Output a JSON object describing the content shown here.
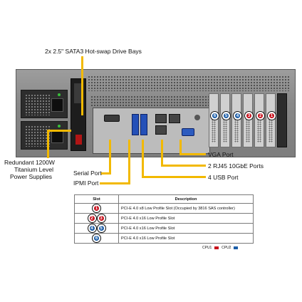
{
  "callouts": {
    "drive_bays": "2x 2.5\" SATA3 Hot-swap Drive Bays",
    "power_supplies": [
      "Redundant  1200W",
      "Titanium Level",
      "Power Supplies"
    ],
    "serial_port": "Serial Port",
    "ipmi_port": "IPMI Port",
    "vga_port": "VGA Port",
    "rj45": "2 RJ45  10GbE Ports",
    "usb": "4 USB Port"
  },
  "slot_markers": [
    "1",
    "2",
    "3",
    "4",
    "5",
    "6"
  ],
  "table": {
    "headers": [
      "Slot",
      "Description"
    ],
    "rows": [
      {
        "slot_icons": [
          "1"
        ],
        "description": "PCI-E 4.0 x8 Low  Profile Slot (Occupied by 3816 SAS controller)"
      },
      {
        "slot_icons": [
          "2",
          "3"
        ],
        "description": "PCI-E 4.0 x16 Low  Profile Slot"
      },
      {
        "slot_icons": [
          "4",
          "5"
        ],
        "description": "PCI-E 4.0 x16 Low  Profile Slot"
      },
      {
        "slot_icons": [
          "6"
        ],
        "description": "PCI-E 4.0 x16 Low  Profile Slot"
      }
    ],
    "legend": {
      "cpu1": "CPU1",
      "cpu2": "CPU2"
    }
  },
  "colors": {
    "cpu1": "#c8101c",
    "cpu2": "#1c5ea8",
    "leader": "#f2b900",
    "chassis": "#8c8c8c"
  }
}
